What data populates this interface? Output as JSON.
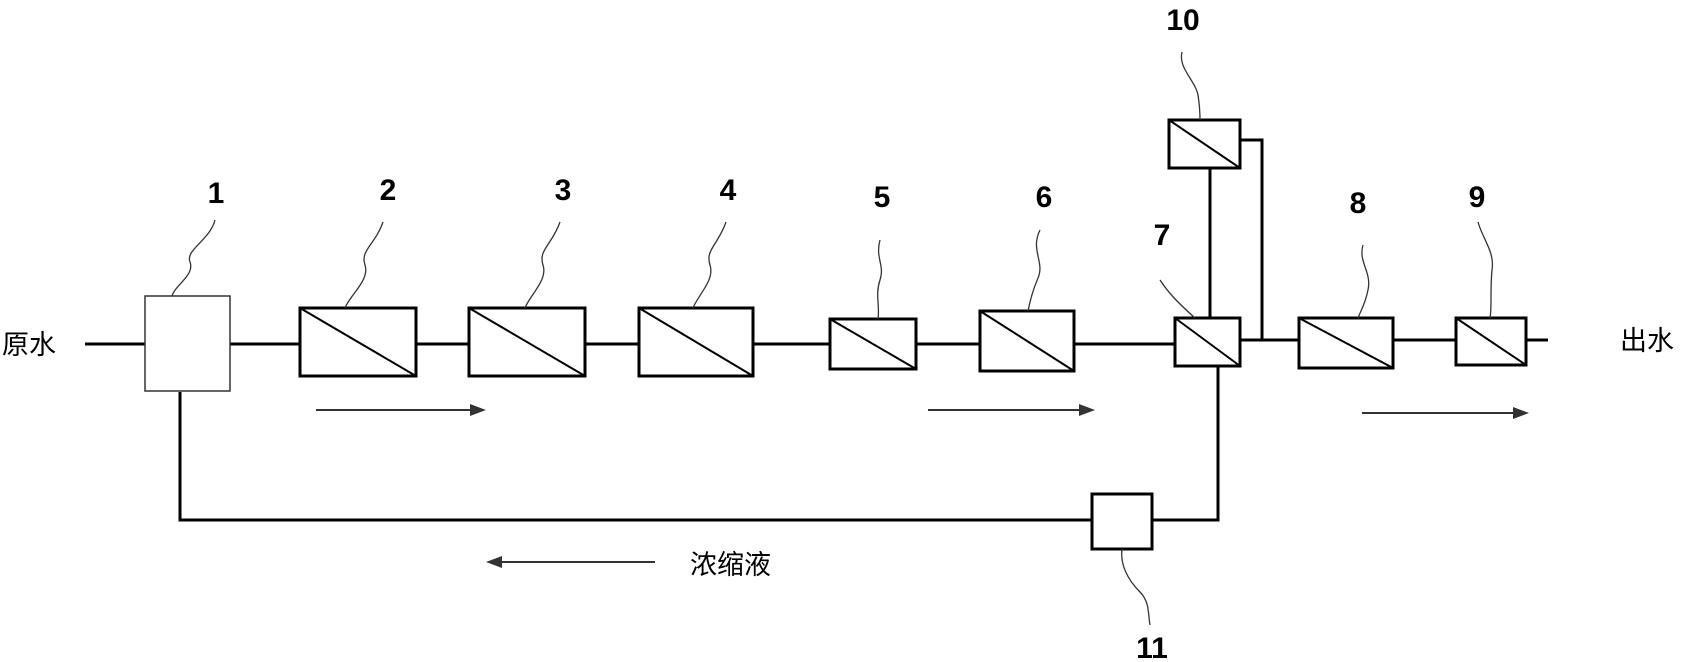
{
  "labels": {
    "raw_water": "原水",
    "outlet_water": "出水",
    "concentrate": "浓缩液"
  },
  "components": [
    {
      "id": "1"
    },
    {
      "id": "2"
    },
    {
      "id": "3"
    },
    {
      "id": "4"
    },
    {
      "id": "5"
    },
    {
      "id": "6"
    },
    {
      "id": "7"
    },
    {
      "id": "8"
    },
    {
      "id": "9"
    },
    {
      "id": "10"
    },
    {
      "id": "11"
    }
  ]
}
